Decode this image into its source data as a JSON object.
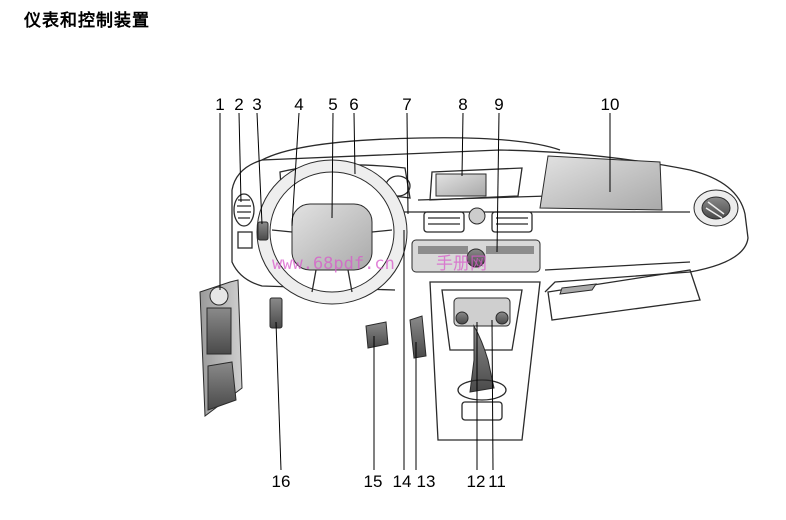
{
  "page": {
    "title": "仪表和控制装置"
  },
  "callouts": [
    "1",
    "2",
    "3",
    "4",
    "5",
    "6",
    "7",
    "8",
    "9",
    "10",
    "11",
    "12",
    "13",
    "14",
    "15",
    "16"
  ],
  "watermark": {
    "text_url": "www.68pdf.cn",
    "text_cn": "手册网",
    "color": "#d85acb"
  },
  "colors": {
    "panel_gray": "#bdbdbd",
    "dark_gray": "#6e6e6e",
    "outline": "#2b2b2b"
  }
}
